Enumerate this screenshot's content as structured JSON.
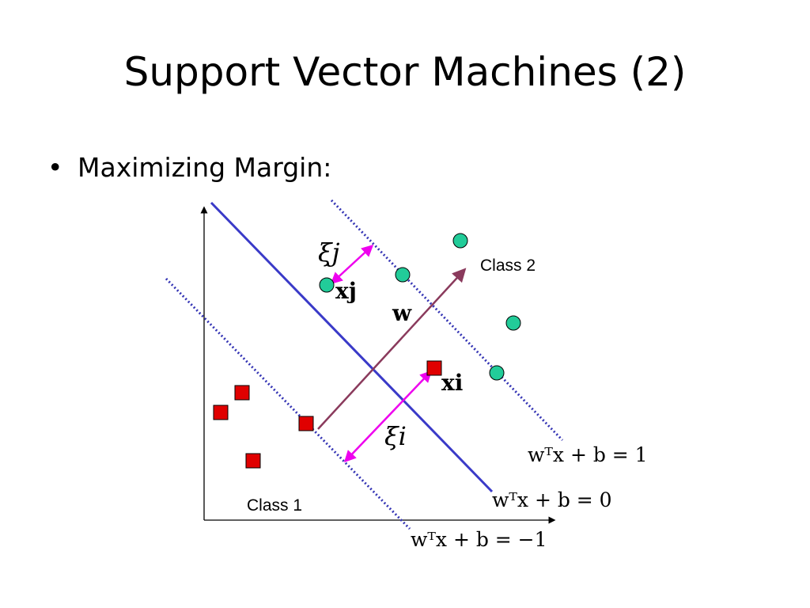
{
  "slide": {
    "title": "Support Vector Machines (2)",
    "bullet": "Maximizing Margin:"
  },
  "diagram": {
    "class1_label": "Class 1",
    "class2_label": "Class 2",
    "eq_plus": "wᵀx + b = 1",
    "eq_zero": "wᵀx + b = 0",
    "eq_minus": "wᵀx + b = −1",
    "weight_label": "w",
    "xi_j": "ξj",
    "x_j": "xj",
    "xi_i": "ξi",
    "x_i": "xi"
  },
  "colors": {
    "hyperplane": "#3a3ac8",
    "margin_lines": "#3434b4",
    "weight_arrow": "#8a3a5c",
    "slack_arrows": "#ee00ee",
    "class1_points": "#e00000",
    "class2_points": "#22cc99"
  },
  "icons": {
    "class1_marker": "red-square",
    "class2_marker": "green-circle"
  }
}
